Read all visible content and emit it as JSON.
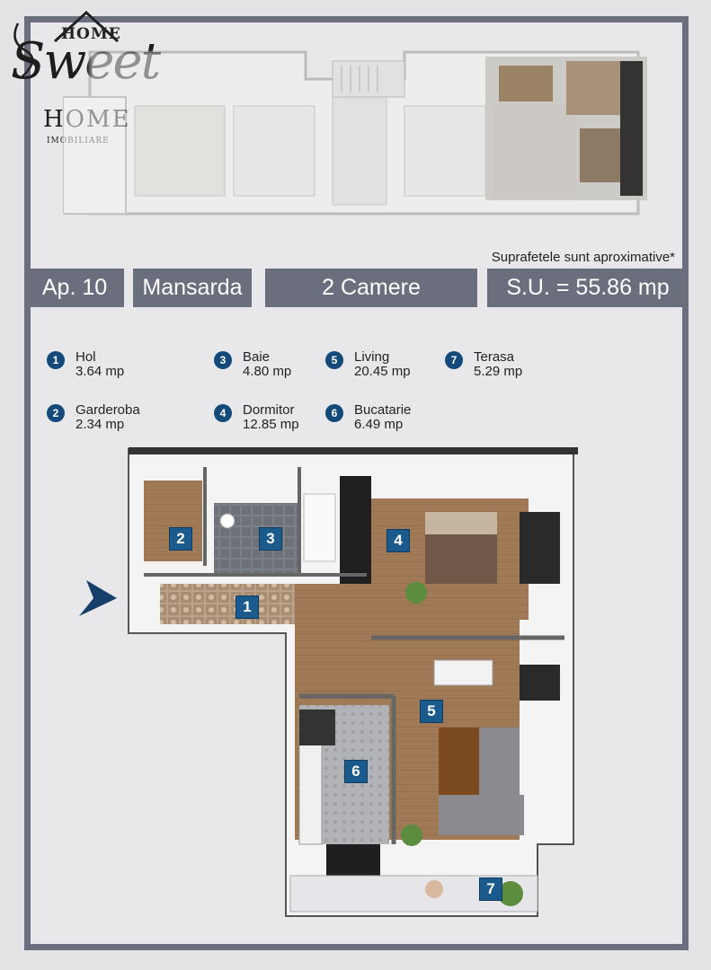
{
  "logo": {
    "top": "HOME",
    "main": "Sweet",
    "sub": "HOME",
    "tagline": "IMOBILIARE"
  },
  "note": "Suprafetele sunt aproximative*",
  "tags": {
    "apartment": "Ap. 10",
    "floor": "Mansarda",
    "rooms": "2 Camere",
    "surface": "S.U. = 55.86 mp"
  },
  "legend": [
    {
      "num": "1",
      "name": "Hol",
      "area": "3.64 mp"
    },
    {
      "num": "2",
      "name": "Garderoba",
      "area": "2.34 mp"
    },
    {
      "num": "3",
      "name": "Baie",
      "area": "4.80 mp"
    },
    {
      "num": "4",
      "name": "Dormitor",
      "area": "12.85 mp"
    },
    {
      "num": "5",
      "name": "Living",
      "area": "20.45 mp"
    },
    {
      "num": "6",
      "name": "Bucatarie",
      "area": "6.49 mp"
    },
    {
      "num": "7",
      "name": "Terasa",
      "area": "5.29 mp"
    }
  ],
  "badges": [
    "1",
    "2",
    "3",
    "4",
    "5",
    "6",
    "7"
  ],
  "colors": {
    "accent": "#6b6f7d",
    "badge": "#1a5a8c",
    "arrow": "#173f6b"
  }
}
